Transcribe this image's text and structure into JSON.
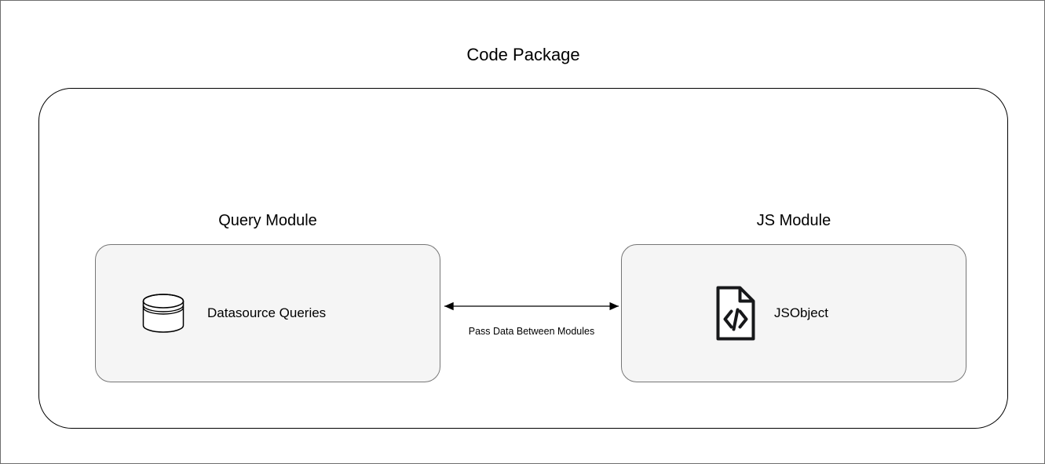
{
  "diagram": {
    "title": "Code Package",
    "type": "block-diagram",
    "outer_container": {
      "name": "code-package-container",
      "border_color": "#000000",
      "fill": "transparent"
    },
    "modules": [
      {
        "id": "query-module",
        "label": "Query Module",
        "box_fill": "#f5f5f5",
        "box_border": "#767676",
        "node": {
          "icon": "database-icon",
          "label": "Datasource Queries"
        }
      },
      {
        "id": "js-module",
        "label": "JS Module",
        "box_fill": "#f5f5f5",
        "box_border": "#767676",
        "node": {
          "icon": "code-file-icon",
          "label": "JSObject"
        }
      }
    ],
    "connector": {
      "name": "pass-data-connector",
      "label": "Pass Data Between Modules",
      "direction": "bidirectional",
      "from": "query-module",
      "to": "js-module",
      "color": "#000000"
    },
    "colors": {
      "stroke": "#000000",
      "box_fill": "#f5f5f5",
      "box_stroke": "#767676",
      "canvas": "#ffffff",
      "frame": "#6e6e6e"
    }
  }
}
